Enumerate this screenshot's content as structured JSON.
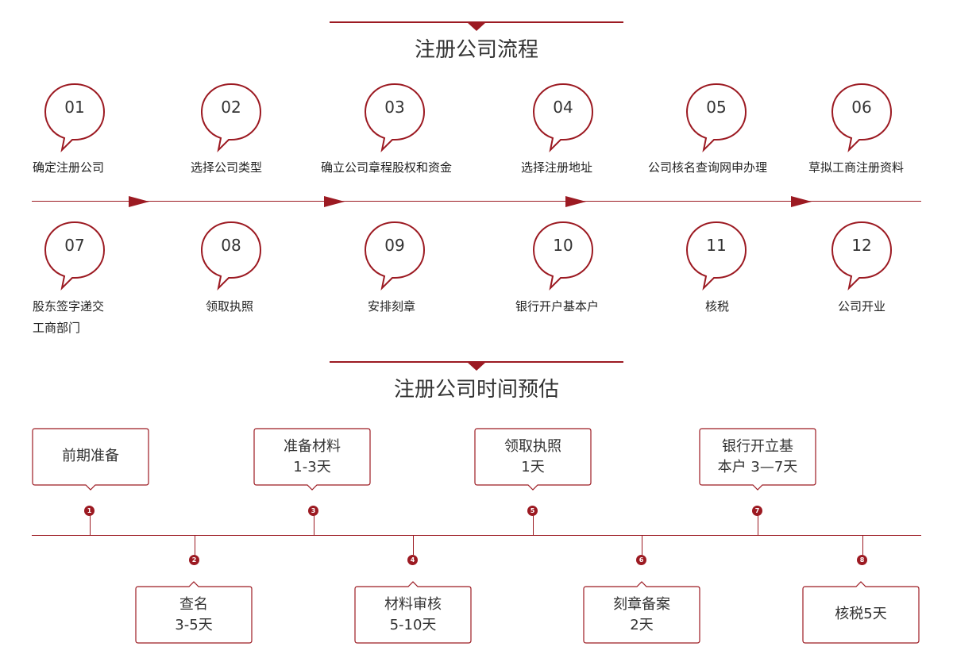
{
  "section1": {
    "title": "注册公司流程",
    "steps": [
      {
        "num": "01",
        "label": "确定注册公司"
      },
      {
        "num": "02",
        "label": "选择公司类型"
      },
      {
        "num": "03",
        "label": "确立公司章程股权和资金"
      },
      {
        "num": "04",
        "label": "选择注册地址"
      },
      {
        "num": "05",
        "label": "公司核名查询网申办理"
      },
      {
        "num": "06",
        "label": "草拟工商注册资料"
      },
      {
        "num": "07",
        "label_line1": "股东签字递交",
        "label_line2": "工商部门"
      },
      {
        "num": "08",
        "label": "领取执照"
      },
      {
        "num": "09",
        "label": "安排刻章"
      },
      {
        "num": "10",
        "label": "银行开户基本户"
      },
      {
        "num": "11",
        "label": "核税"
      },
      {
        "num": "12",
        "label": "公司开业"
      }
    ]
  },
  "section2": {
    "title": "注册公司时间预估",
    "stages": [
      {
        "marker": "1",
        "line1": "前期准备",
        "line2": ""
      },
      {
        "marker": "2",
        "line1": "查名",
        "line2": "3-5天"
      },
      {
        "marker": "3",
        "line1": "准备材料",
        "line2": "1-3天"
      },
      {
        "marker": "4",
        "line1": "材料审核",
        "line2": "5-10天"
      },
      {
        "marker": "5",
        "line1": "领取执照",
        "line2": "1天"
      },
      {
        "marker": "6",
        "line1": "刻章备案",
        "line2": "2天"
      },
      {
        "marker": "7",
        "line1": "银行开立基",
        "line2": "本户 3—7天"
      },
      {
        "marker": "8",
        "line1": "核税5天",
        "line2": ""
      }
    ]
  },
  "colors": {
    "accent": "#9c1a22",
    "text": "#333333"
  }
}
